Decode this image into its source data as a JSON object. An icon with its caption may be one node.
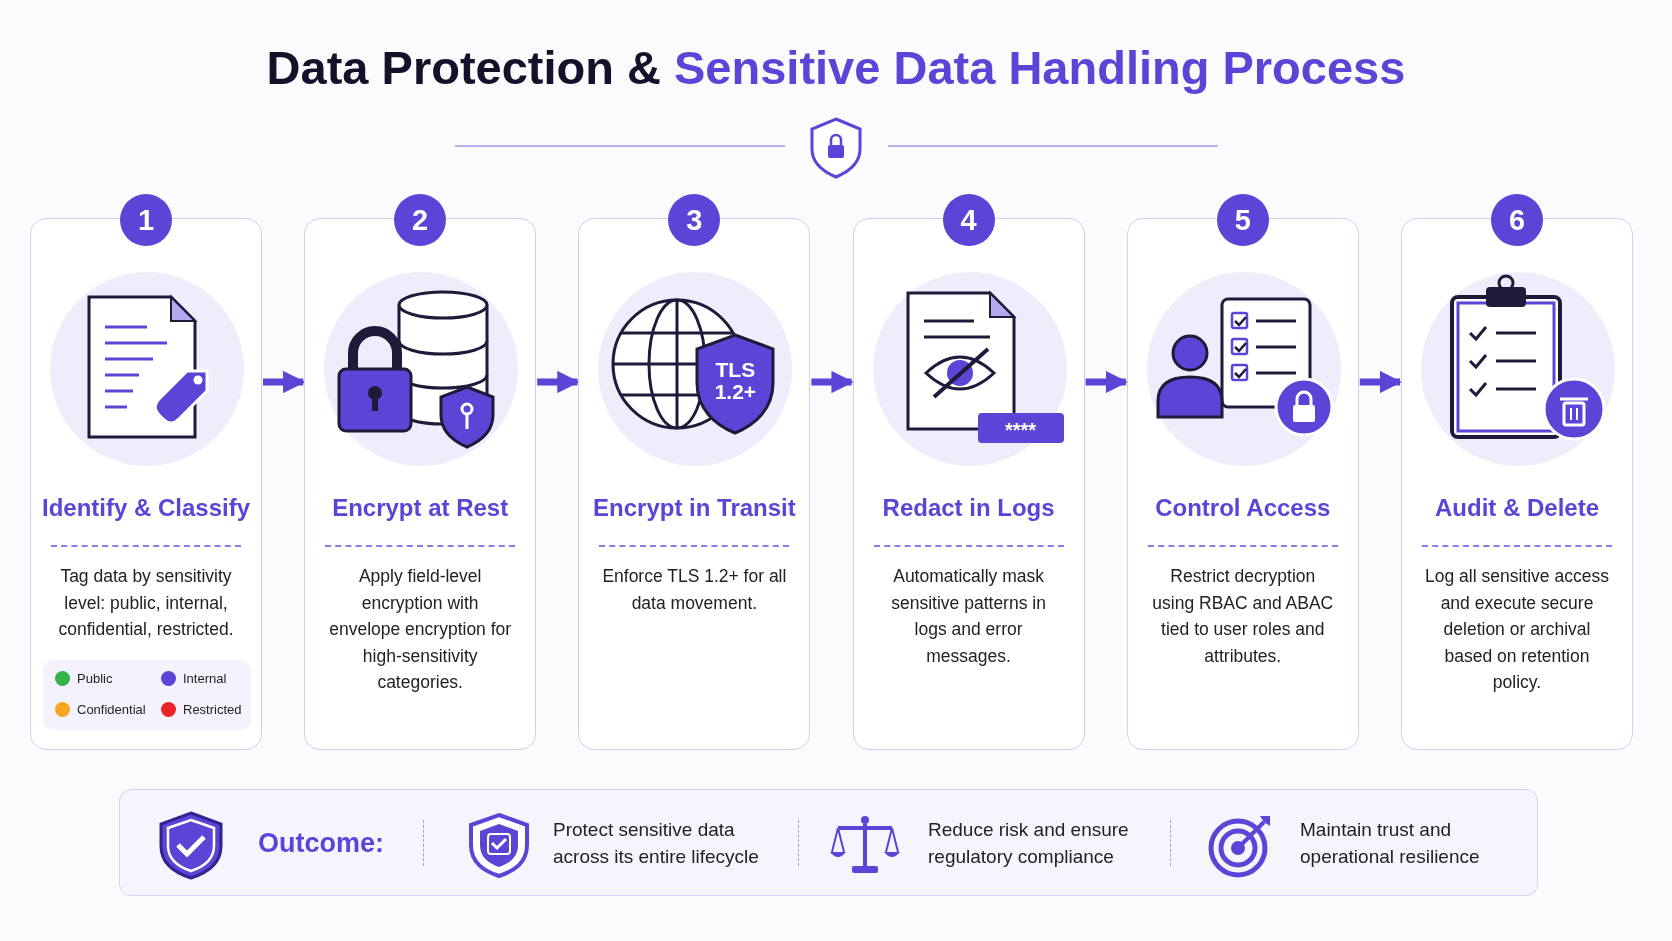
{
  "diagram": {
    "title": "Data Protection & *Sensitive Data Handling Process*",
    "nodes": [
      {
        "text": [
          "Identify & Classify",
          "Tag data by sensitivity level: public, internal, confidential, restricted."
        ]
      },
      {
        "text": [
          "Encrypt at Rest",
          "Apply field-level encryption with envelope encryption for high-sensitivity categories."
        ]
      },
      {
        "text": [
          "Encrypt in Transit",
          "Enforce TLS 1.2+ for all data movement."
        ]
      },
      {
        "text": [
          "Redact in Logs",
          "Automatically mask sensitive patterns in logs and error messages."
        ]
      },
      {
        "text": [
          "Control Access",
          "Restrict decryption using RBAC and ABAC tied to user roles and attributes."
        ]
      },
      {
        "text": [
          "Audit & Delete",
          "Log all sensitive access and execute secure deletion or archival based on retention policy."
        ]
      },
      {
        "text": [
          "1"
        ]
      },
      {
        "text": [
          "2"
        ]
      },
      {
        "text": [
          "3"
        ]
      },
      {
        "text": [
          "4"
        ]
      },
      {
        "text": [
          "5"
        ]
      },
      {
        "text": [
          "6"
        ]
      },
      {
        "text": [
          "Outcome:",
          "Protect sensitive data across its entire lifecycle",
          "Reduce risk and ensure regulatory compliance",
          "Maintain trust and operational resilience"
        ]
      }
    ],
    "edges": [
      {
        "from": 0,
        "to": 1,
        "arrow": "to"
      },
      {
        "from": 1,
        "to": 2,
        "arrow": "to"
      },
      {
        "from": 2,
        "to": 3,
        "arrow": "to"
      },
      {
        "from": 3,
        "to": 4,
        "arrow": "to"
      },
      {
        "from": 4,
        "to": 5,
        "arrow": "to"
      }
    ],
    "labels": [
      "TLS 1.2+",
      "****"
    ],
    "legend": [
      {
        "text": "Public",
        "color": "#34b34a"
      },
      {
        "text": "Internal",
        "color": "#5b45d6"
      },
      {
        "text": "Confidential",
        "color": "#f5a623"
      },
      {
        "text": "Restricted",
        "color": "#e8232a"
      }
    ]
  }
}
